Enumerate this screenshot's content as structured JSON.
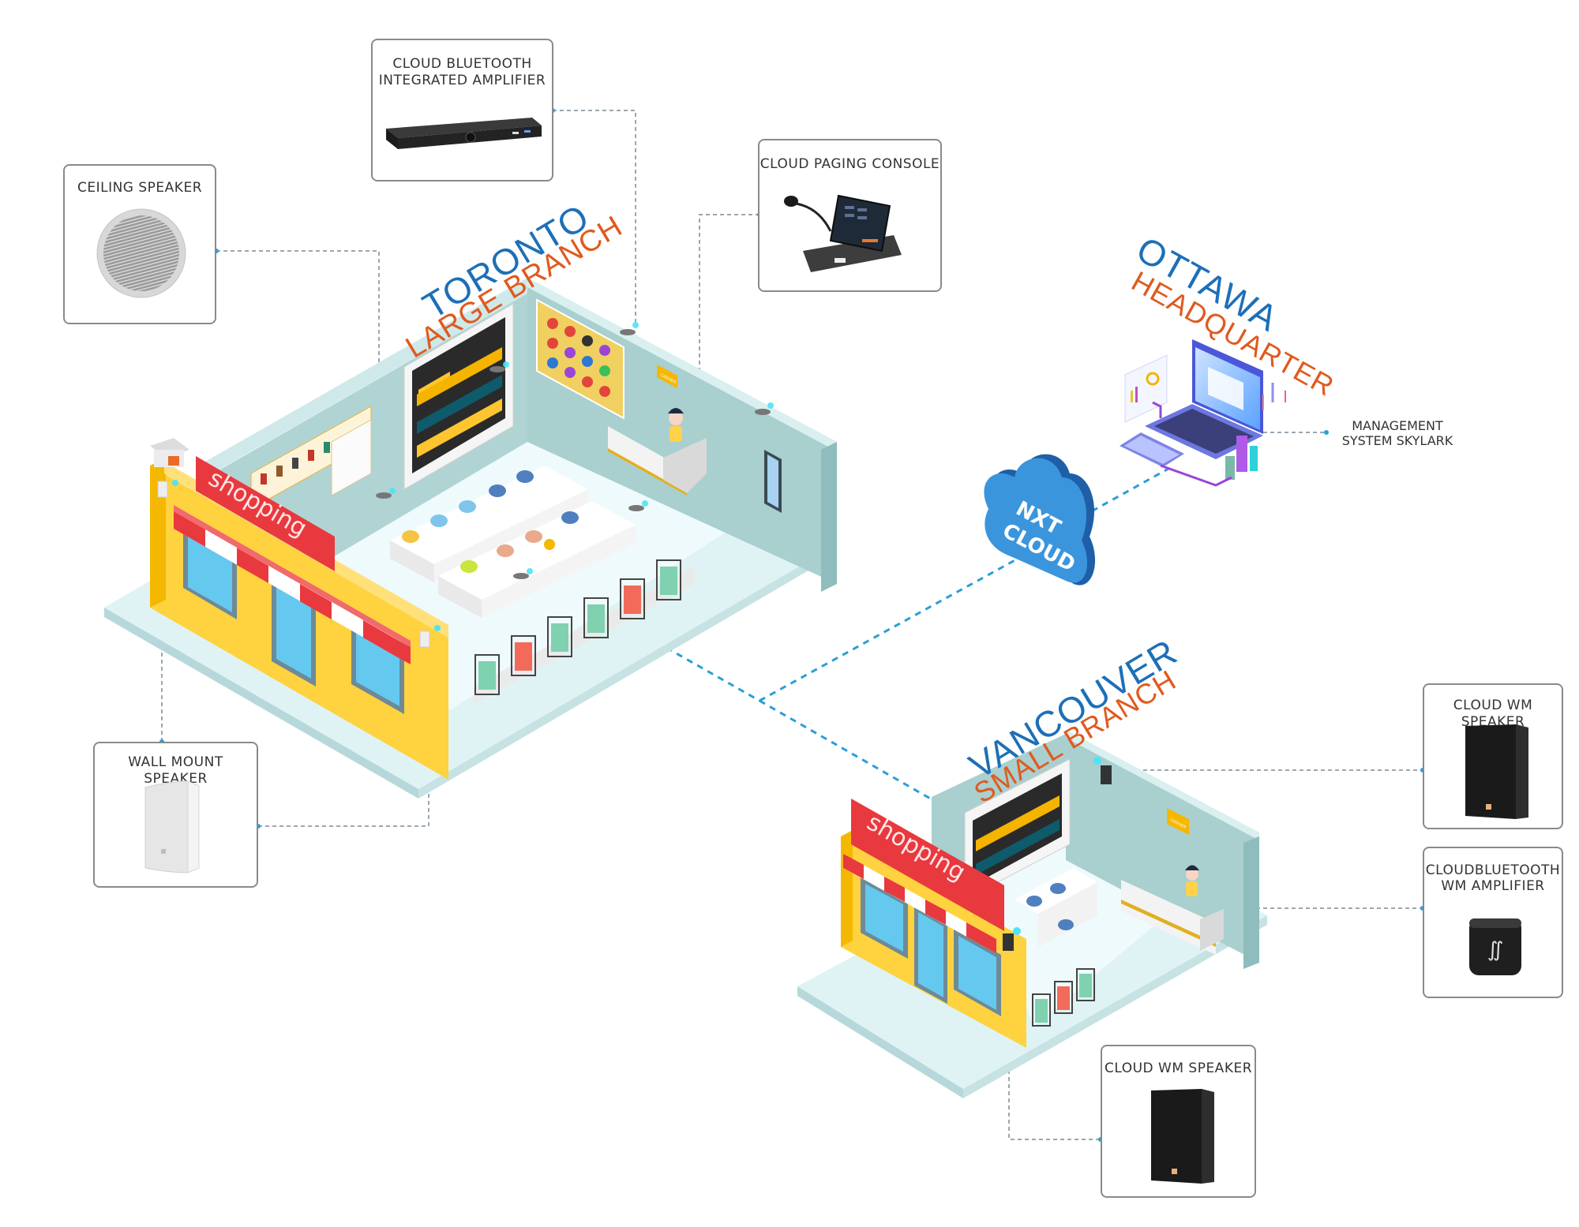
{
  "diagram": {
    "sites": {
      "toronto": {
        "city": "TORONTO",
        "subtitle": "LARGE BRANCH",
        "storefront_sign": "shopping",
        "counter_sign": "CASHIER"
      },
      "ottawa": {
        "city": "OTTAWA",
        "subtitle": "HEADQUARTER"
      },
      "vancouver": {
        "city": "VANCOUVER",
        "subtitle": "SMALL BRANCH",
        "storefront_sign": "shopping",
        "counter_sign": "CASHIER"
      }
    },
    "cloud": {
      "line1": "NXT",
      "line2": "CLOUD"
    },
    "management": {
      "line1": "MANAGEMENT",
      "line2": "SYSTEM SKYLARK"
    },
    "products": {
      "amplifier": {
        "line1": "CLOUD  BLUETOOTH",
        "line2": "INTEGRATED  AMPLIFIER",
        "icon": "rack-amplifier-icon"
      },
      "paging_console": {
        "line1": "CLOUD PAGING CONSOLE",
        "icon": "paging-console-icon"
      },
      "ceiling_speaker": {
        "line1": "CEILING  SPEAKER",
        "icon": "ceiling-speaker-icon"
      },
      "wall_mount_speaker": {
        "line1": "WALL MOUNT SPEAKER",
        "icon": "wall-speaker-icon"
      },
      "wm_speaker_right": {
        "line1": "CLOUD  WM SPEAKER",
        "icon": "wm-speaker-icon"
      },
      "bt_wm_amplifier": {
        "line1": "CLOUDBLUETOOTH",
        "line2": "WM AMPLIFIER",
        "icon": "bt-wm-amplifier-icon"
      },
      "wm_speaker_bottom": {
        "line1": "CLOUD  WM SPEAKER",
        "icon": "wm-speaker-icon"
      }
    },
    "colors": {
      "network_line": "#2a9fd6",
      "leader_line": "#7a8a96",
      "city_title": "#1d6fb8",
      "city_subtitle": "#e05a1e",
      "wall": "#a9cfcf",
      "floor": "#eefafb",
      "storefront": "#ffd23f",
      "awning_red": "#e8393e",
      "cloud": "#2b86d0"
    }
  }
}
